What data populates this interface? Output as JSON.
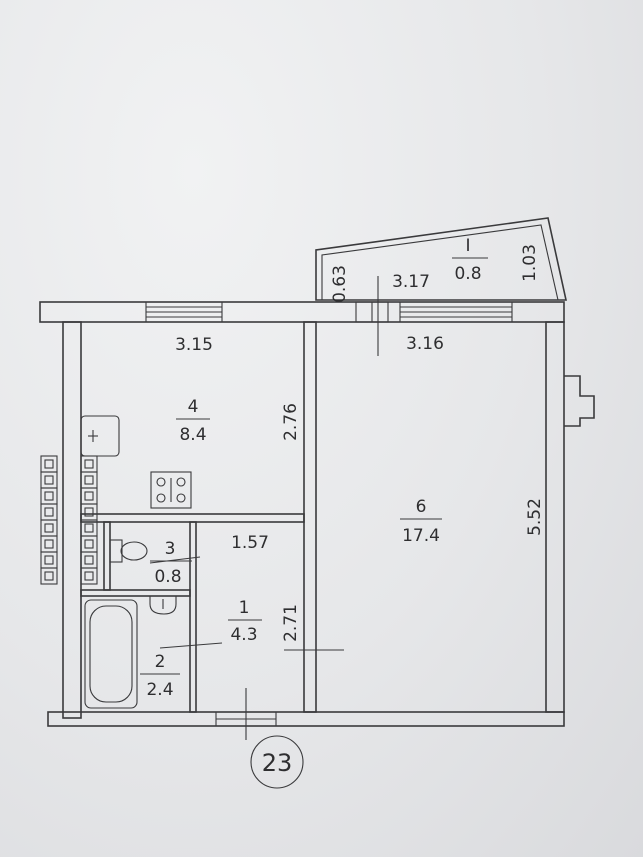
{
  "balcony": {
    "number": "I",
    "area": "0.8",
    "dim_left": "0.63",
    "dim_top": "3.17",
    "dim_right": "1.03"
  },
  "rooms": {
    "kitchen": {
      "number": "4",
      "area": "8.4",
      "width": "3.15",
      "depth": "2.76"
    },
    "living": {
      "number": "6",
      "area": "17.4",
      "width": "3.16",
      "depth": "5.52"
    },
    "wc": {
      "number": "3",
      "area": "0.8"
    },
    "hall": {
      "number": "1",
      "area": "4.3",
      "width": "1.57",
      "depth": "2.71"
    },
    "bath": {
      "number": "2",
      "area": "2.4"
    }
  },
  "apartment": {
    "number": "23"
  }
}
